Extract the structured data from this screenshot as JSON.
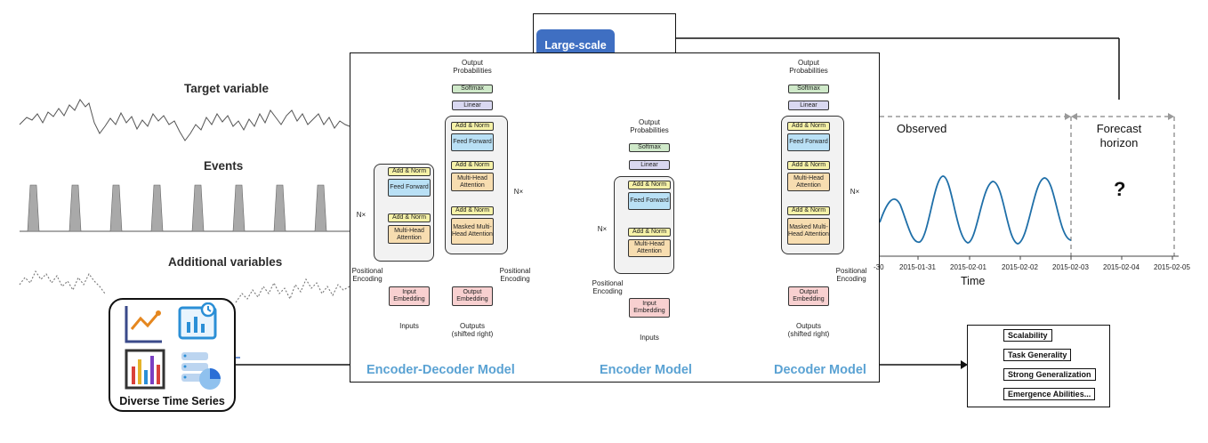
{
  "inputs": {
    "target_variable": "Target variable",
    "events": "Events",
    "additional_variables": "Additional variables"
  },
  "pretraining": {
    "label": "Large-scale Pre-training",
    "icon": "cube-icon"
  },
  "diverse": {
    "label": "Diverse Time Series",
    "icons": [
      "line-chart-icon",
      "dashboard-chart-icon",
      "bar-chart-icon",
      "database-pie-icon"
    ]
  },
  "models": {
    "encoder_decoder": "Encoder-Decoder Model",
    "encoder": "Encoder Model",
    "decoder": "Decoder Model"
  },
  "transformer": {
    "output_probabilities": "Output Probabilities",
    "softmax": "Softmax",
    "linear": "Linear",
    "add_norm": "Add & Norm",
    "feed_forward": "Feed Forward",
    "multi_head_attention": "Multi-Head Attention",
    "masked_multi_head_attention": "Masked Multi-Head Attention",
    "input_embedding": "Input Embedding",
    "output_embedding": "Output Embedding",
    "positional_encoding": "Positional Encoding",
    "inputs": "Inputs",
    "outputs_shifted": "Outputs (shifted right)",
    "nx": "N×"
  },
  "forecast": {
    "observed": "Observed",
    "horizon": "Forecast horizon",
    "question": "?",
    "xlabel": "Time",
    "ticks": [
      "-30",
      "2015-01-31",
      "2015-02-01",
      "2015-02-02",
      "2015-02-03",
      "2015-02-04",
      "2015-02-05"
    ],
    "line_color": "#1f6fa8"
  },
  "abilities": [
    "Scalability",
    "Task Generality",
    "Strong Generalization",
    "Emergence Abilities..."
  ],
  "colors": {
    "accent_blue": "#3f6fc2",
    "model_title": "#5aa2d3",
    "cube_orange": "#f5b52a",
    "fan_teal": "#2bb5c5"
  }
}
